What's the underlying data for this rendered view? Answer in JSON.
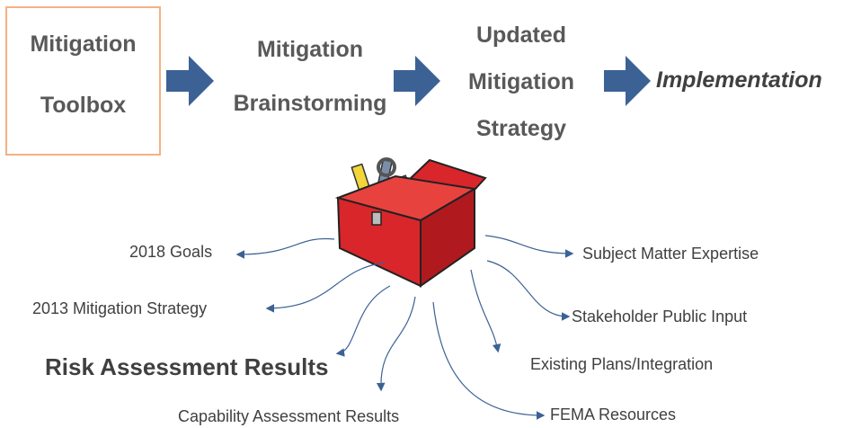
{
  "flow": {
    "step1": [
      "Mitigation",
      "Toolbox"
    ],
    "step2": [
      "Mitigation",
      "Brainstorming"
    ],
    "step3": [
      "Updated",
      "Mitigation",
      "Strategy"
    ],
    "step4": "Implementation"
  },
  "toolbox_icon": "toolbox-icon",
  "inputs": {
    "goals": "2018 Goals",
    "strategy_2013": "2013 Mitigation Strategy",
    "risk": "Risk Assessment Results",
    "capability": "Capability Assessment Results",
    "sme": "Subject Matter Expertise",
    "stakeholder": "Stakeholder Public Input",
    "plans": "Existing Plans/Integration",
    "fema": "FEMA Resources"
  },
  "colors": {
    "arrow": "#3c6295",
    "box_border": "#f4b183",
    "toolbox_red": "#d9262b",
    "text": "#404040"
  }
}
